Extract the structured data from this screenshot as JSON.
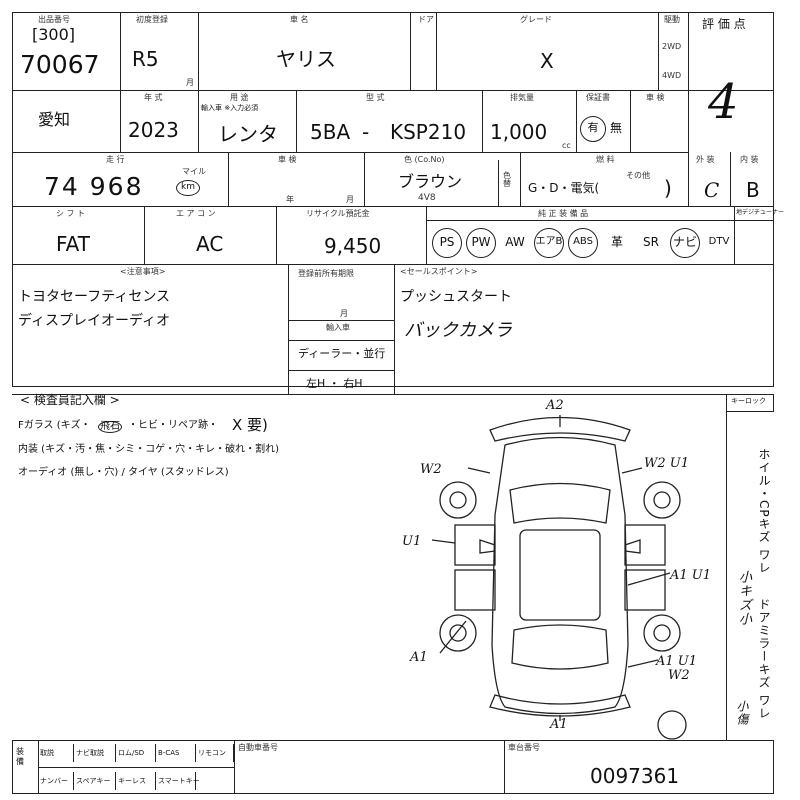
{
  "header": {
    "lot_label": "出品番号",
    "lot_prefix": "[300]",
    "lot_number": "70067",
    "first_reg_label": "初度登録",
    "first_reg": "R5",
    "month_mark": "月",
    "car_name_label": "車 名",
    "car_name": "ヤリス",
    "door_label": "ドア",
    "grade_label": "グレード",
    "grade": "X",
    "drive_label": "駆動",
    "drive_2wd": "2WD",
    "drive_4wd": "4WD",
    "score_label": "評 価 点",
    "score": "4"
  },
  "row2": {
    "region": "愛知",
    "year_label": "年 式",
    "year": "2023",
    "usage_label": "用 途",
    "usage_sub": "輸入車 ※入力必須",
    "usage": "レンタ",
    "model_label": "型 式",
    "model_prefix": "5BA",
    "model_dash": "-",
    "model": "KSP210",
    "displacement_label": "排気量",
    "displacement": "1,000",
    "cc": "cc",
    "inspection_label": "保証書",
    "warranty_yes": "有",
    "warranty_no": "無",
    "shaken_label": "車 検"
  },
  "row3": {
    "mileage_label": "走 行",
    "mileage": "74 968",
    "mileage_unit_mile": "マイル",
    "mileage_unit_km": "km",
    "shaken_label": "車 検",
    "year_mark": "年",
    "month_mark": "月",
    "color_label": "色 (Co.No)",
    "color": "ブラウン",
    "color_code": "4V8",
    "color_change": "色替",
    "fuel_label": "燃 料",
    "fuel_options": "G・D・電気(",
    "fuel_other": "その他",
    "fuel_close": ")",
    "exterior_label": "外 装",
    "exterior": "C",
    "interior_label": "内 装",
    "interior": "B"
  },
  "row4": {
    "shift_label": "シ フ ト",
    "shift": "FAT",
    "ac_label": "エ ア コ ン",
    "ac": "AC",
    "recycle_label": "リサイクル預託金",
    "recycle": "9,450",
    "equipment_label": "純 正 装 備 品",
    "equipment": [
      "PS",
      "PW",
      "AW",
      "エアB",
      "ABS",
      "革",
      "SR",
      "ナビ",
      "DTV"
    ],
    "equipment_circled": [
      true,
      true,
      false,
      true,
      true,
      false,
      false,
      true,
      false
    ],
    "digital_tv_label": "地デジチューナー"
  },
  "notes": {
    "caution_label": "<注意事項>",
    "caution_lines": [
      "トヨタセーフティセンス",
      "ディスプレイオーディオ"
    ],
    "record_label": "登録前所有期限",
    "month_mark": "月",
    "import_label": "輸入車",
    "dealer": "ディーラー・並行",
    "steering": "左H ・ 右H",
    "sales_label": "<セールスポイント>",
    "sales_lines": [
      "プッシュスタート",
      "バックカメラ"
    ]
  },
  "inspector": {
    "title": "< 検査員記入欄 >",
    "line1_a": "Fガラス (キズ・",
    "line1_b": "・ヒビ・リペア跡・",
    "line1_c": "X 要)",
    "line1_circled": "飛石",
    "line2": "内装 (キズ・汚・焦・シミ・コゲ・穴・キレ・破れ・割れ)",
    "line3": "オーディオ (無し・穴) / タイヤ (スタッドレス)",
    "keyless_label": "キーロック"
  },
  "diagram": {
    "marks": [
      "A2",
      "W2",
      "W2 U1",
      "U1",
      "A1 U1",
      "A1",
      "A1 U1",
      "W2",
      "A1"
    ],
    "side_vertical": "ホイル・CPキズ ワレ",
    "side_vertical2": "ドアミラーキズ ワレ",
    "side_handwritten": "小キズ小",
    "side_handwritten2": "小傷"
  },
  "footer": {
    "equip_label": "装 備",
    "row1": [
      "取説",
      "ナビ取説",
      "ロム/SD",
      "B-CAS",
      "リモコン"
    ],
    "row2": [
      "ナンバー",
      "スペアキー",
      "キーレス",
      "スマートキー"
    ],
    "auto_no_label": "自動車番号",
    "chassis_label": "車台番号",
    "chassis": "0097361"
  }
}
